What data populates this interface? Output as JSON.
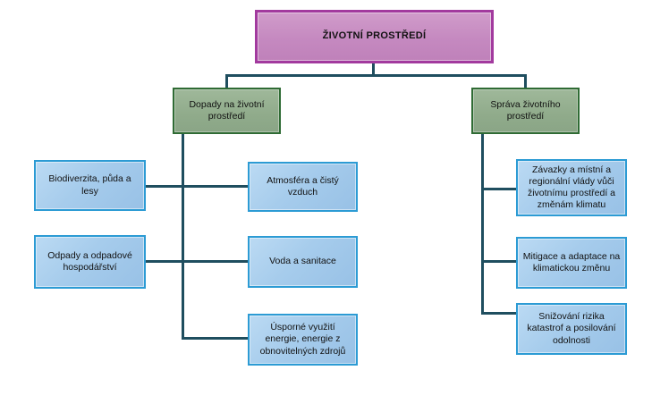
{
  "diagram": {
    "type": "hierarchy-org-chart",
    "title": "ŽIVOTNÍ PROSTŘEDÍ",
    "nodes": {
      "root": {
        "label": "ŽIVOTNÍ PROSTŘEDÍ"
      },
      "impacts": {
        "label": "Dopady na životní prostředí"
      },
      "governance": {
        "label": "Správa životního prostředí"
      },
      "biodiversity": {
        "label": "Biodiverzita, půda a lesy"
      },
      "waste": {
        "label": "Odpady a odpadové hospodářství"
      },
      "atmosphere": {
        "label": "Atmosféra a čistý vzduch"
      },
      "water": {
        "label": "Voda a sanitace"
      },
      "energy": {
        "label": "Úsporné využití energie, energie z obnovitelných zdrojů"
      },
      "commitments": {
        "label": "Závazky a místní a regionální vlády vůči životnímu prostředí a změnám klimatu"
      },
      "mitigation": {
        "label": "Mitigace a adaptace na klimatickou změnu"
      },
      "risk": {
        "label": "Snižování rizika katastrof a posilování odolnosti"
      }
    },
    "edges": [
      [
        "root",
        "impacts"
      ],
      [
        "root",
        "governance"
      ],
      [
        "impacts",
        "biodiversity"
      ],
      [
        "impacts",
        "atmosphere"
      ],
      [
        "impacts",
        "waste"
      ],
      [
        "impacts",
        "water"
      ],
      [
        "impacts",
        "energy"
      ],
      [
        "governance",
        "commitments"
      ],
      [
        "governance",
        "mitigation"
      ],
      [
        "governance",
        "risk"
      ]
    ],
    "colors": {
      "root_fill": "#c589c0",
      "root_border": "#a23a9e",
      "branch_fill": "#90ab8b",
      "branch_border": "#2f6b34",
      "leaf_fill": "#a6ccec",
      "leaf_border": "#2c9bd4",
      "connector": "#1f4e5f",
      "background": "#ffffff"
    }
  }
}
